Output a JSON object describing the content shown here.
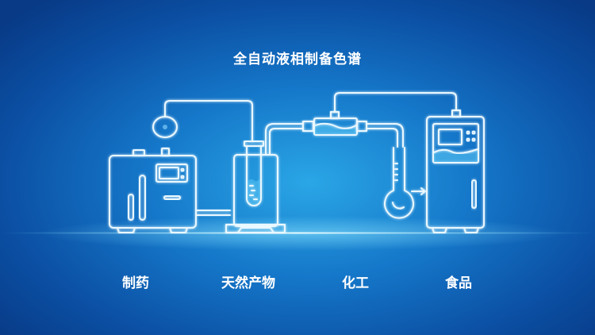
{
  "title": "全自动液相制备色谱",
  "applications": [
    "制药",
    "天然产物",
    "化工",
    "食品"
  ],
  "colors": {
    "background": "#1577c9",
    "line": "#eaf8ff",
    "liquid": "#5cc8f5"
  }
}
